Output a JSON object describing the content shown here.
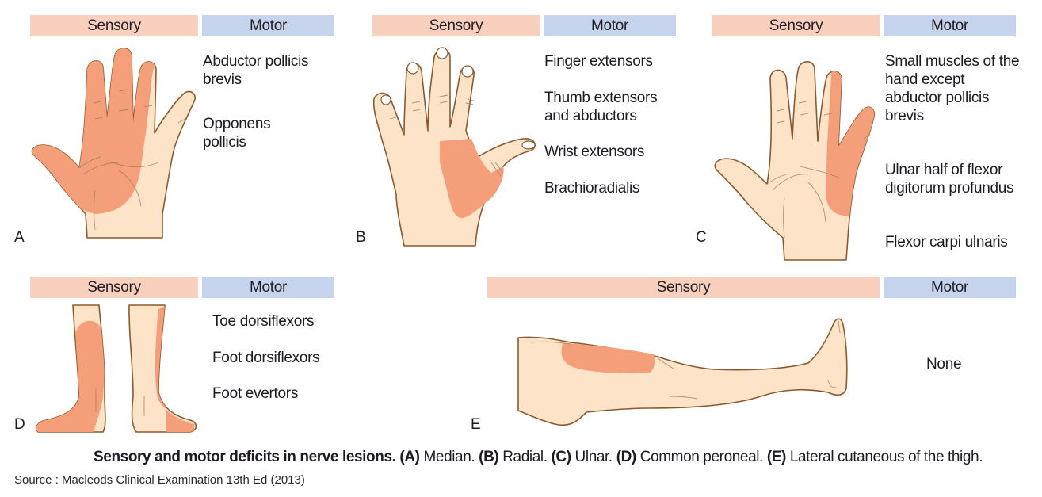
{
  "colors": {
    "sensory_header": "#f8d0bd",
    "motor_header": "#c5d4ec",
    "affected_zone": "#f59f7a",
    "skin": "#fde3c8",
    "outline": "#8a5a2e"
  },
  "panels": [
    {
      "letter": "A",
      "nerve": "Median",
      "sensory_label": "Sensory",
      "motor_label": "Motor",
      "motor_items": [
        "Abductor pollicis brevis",
        "Opponens pollicis"
      ],
      "illustration": "palm-of-hand"
    },
    {
      "letter": "B",
      "nerve": "Radial",
      "sensory_label": "Sensory",
      "motor_label": "Motor",
      "motor_items": [
        "Finger extensors",
        "Thumb extensors and abductors",
        "Wrist extensors",
        "Brachioradialis"
      ],
      "illustration": "back-of-hand"
    },
    {
      "letter": "C",
      "nerve": "Ulnar",
      "sensory_label": "Sensory",
      "motor_label": "Motor",
      "motor_items": [
        "Small muscles of the hand except abductor pollicis brevis",
        "Ulnar half of flexor digitorum profundus",
        "Flexor carpi ulnaris"
      ],
      "illustration": "palm-of-hand"
    },
    {
      "letter": "D",
      "nerve": "Common peroneal",
      "sensory_label": "Sensory",
      "motor_label": "Motor",
      "motor_items": [
        "Toe dorsiflexors",
        "Foot dorsiflexors",
        "Foot evertors"
      ],
      "illustration": "lower-legs-front"
    },
    {
      "letter": "E",
      "nerve": "Lateral cutaneous of the thigh",
      "sensory_label": "Sensory",
      "motor_label": "Motor",
      "motor_items": [
        "None"
      ],
      "illustration": "leg-side"
    }
  ],
  "caption": {
    "title": "Sensory and motor deficits in nerve lesions.",
    "parts": [
      {
        "key": "(A)",
        "text": " Median."
      },
      {
        "key": "(B)",
        "text": " Radial."
      },
      {
        "key": "(C)",
        "text": " Ulnar."
      },
      {
        "key": "(D)",
        "text": " Common peroneal."
      },
      {
        "key": "(E)",
        "text": " Lateral cutaneous of the thigh."
      }
    ]
  },
  "source": "Source : Macleods Clinical Examination 13th Ed (2013)"
}
